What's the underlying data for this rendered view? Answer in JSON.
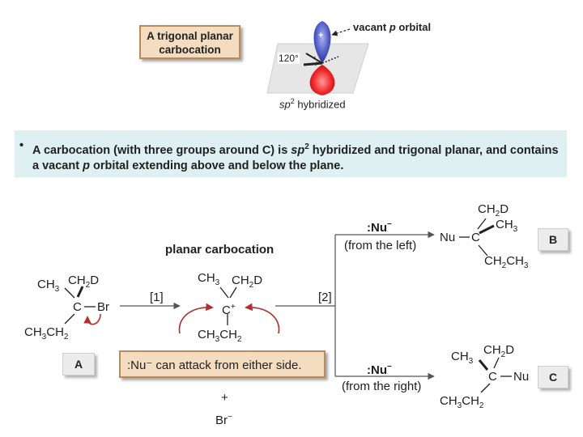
{
  "top_figure": {
    "title_line1": "A trigonal planar",
    "title_line2": "carbocation",
    "plus_sign": "+",
    "vacant_orbital_label_prefix": "vacant ",
    "vacant_orbital_label_italic": "p",
    "vacant_orbital_label_suffix": " orbital",
    "angle_label": "120°",
    "hybrid_label_italic": "sp",
    "hybrid_label_sup": "2",
    "hybrid_label_suffix": " hybridized"
  },
  "banner": {
    "bullet": "•",
    "part1": "A carbocation (with three groups around C) is ",
    "part2_italic": "sp",
    "part2_sup": "2",
    "part3": " hybridized and trigonal planar, and contains a vacant ",
    "part4_italic": "p",
    "part5": " orbital extending above and below the plane."
  },
  "reaction": {
    "heading": "planar carbocation",
    "step1_label": "[1]",
    "step2_label": "[2]",
    "nucleophile": ":Nu",
    "minus": "−",
    "from_left": "(from the left)",
    "from_right": "(from the right)",
    "note": ":Nu⁻ can attack from either side.",
    "byproduct_plus": "+",
    "byproduct": "Br",
    "byproduct_charge": "−",
    "colors": {
      "arrow_red": "#b03030",
      "box_tan": "#f3dcc0",
      "box_tan_border": "#b98b5a",
      "banner": "#dff0f2"
    }
  },
  "molecules": {
    "A": {
      "label": "A",
      "ch3": "CH",
      "ch3_sub": "3",
      "ch2d": "CH",
      "ch2d_sub": "2",
      "ch2d_tail": "D",
      "c": "C",
      "br": "Br",
      "ethyl": "CH",
      "ethyl_sub1": "3",
      "ethyl_mid": "CH",
      "ethyl_sub2": "2"
    },
    "cation": {
      "ch3": "CH",
      "ch3_sub": "3",
      "ch2d": "CH",
      "ch2d_sub": "2",
      "ch2d_tail": "D",
      "c": "C",
      "charge": "+",
      "ethyl": "CH",
      "ethyl_sub1": "3",
      "ethyl_mid": "CH",
      "ethyl_sub2": "2"
    },
    "B": {
      "label": "B",
      "nu": "Nu",
      "c": "C",
      "ch2d": "CH",
      "ch2d_sub": "2",
      "ch2d_tail": "D",
      "ch3": "CH",
      "ch3_sub": "3",
      "ethyl": "CH",
      "ethyl_sub1": "2",
      "ethyl_mid": "CH",
      "ethyl_sub2": "3"
    },
    "C": {
      "label": "C",
      "ch3": "CH",
      "ch3_sub": "3",
      "ch2d": "CH",
      "ch2d_sub": "2",
      "ch2d_tail": "D",
      "c": "C",
      "nu": "Nu",
      "ethyl": "CH",
      "ethyl_sub1": "3",
      "ethyl_mid": "CH",
      "ethyl_sub2": "2"
    }
  }
}
